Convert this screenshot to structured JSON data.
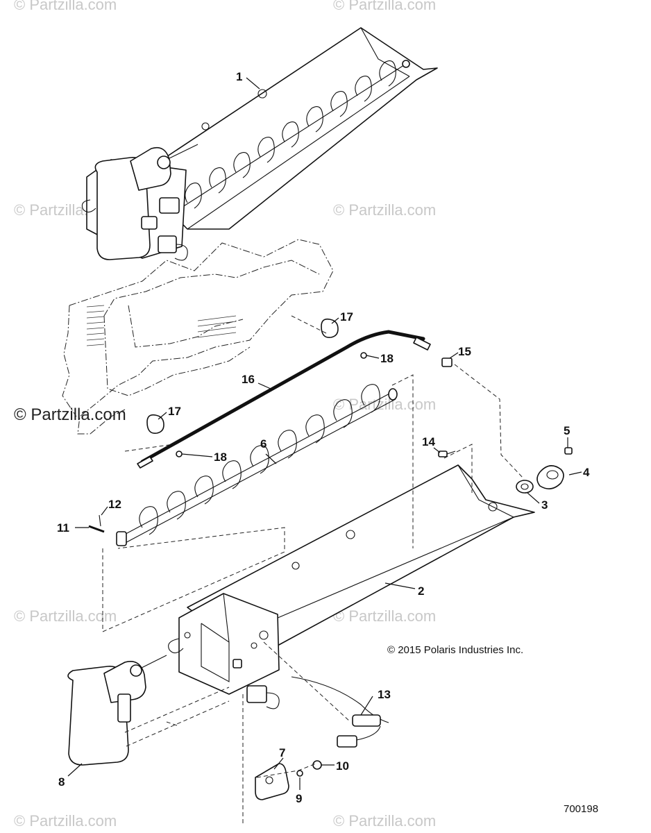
{
  "watermarks": [
    "© Partzilla.com",
    "© Partzilla.com",
    "© Partzilla.com",
    "© Partzilla.com",
    "© Partzilla.com",
    "© Partzilla.com",
    "© Partzilla.com",
    "© Partzilla.com",
    "© Partzilla.com",
    "© Partzilla.com"
  ],
  "watermark_main": "© Partzilla.com",
  "copyright": "© 2015 Polaris Industries Inc.",
  "diagram_id": "700198",
  "callouts": [
    "1",
    "2",
    "3",
    "4",
    "5",
    "6",
    "7",
    "8",
    "9",
    "10",
    "11",
    "12",
    "13",
    "14",
    "15",
    "16",
    "17",
    "17",
    "18",
    "18"
  ]
}
